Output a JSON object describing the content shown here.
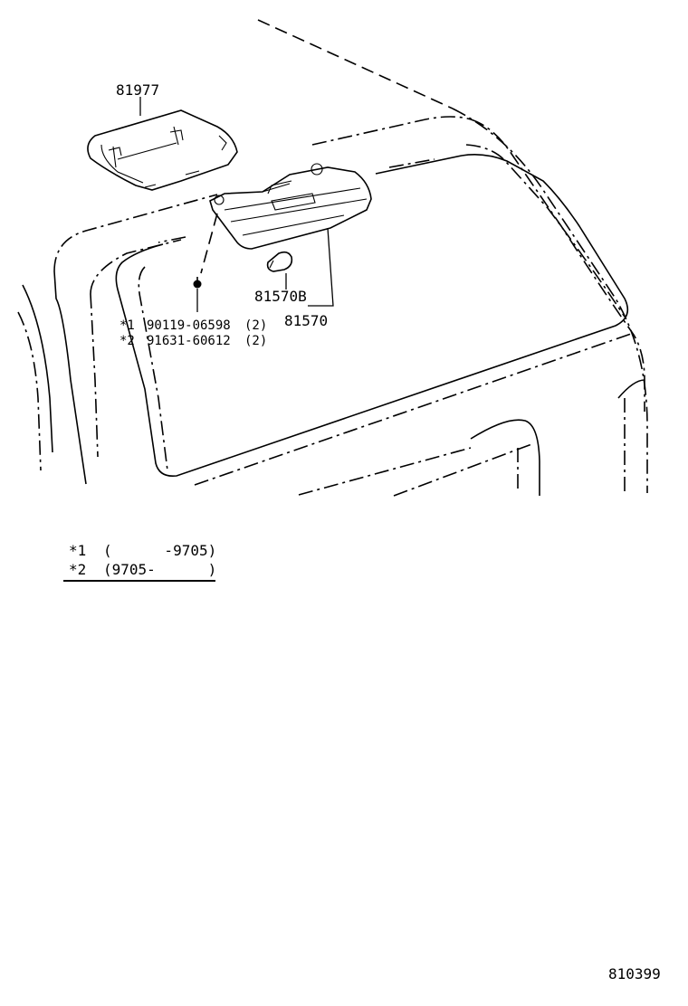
{
  "parts": {
    "cover": "81977",
    "lamp_assy": "81570",
    "bulb": "81570B"
  },
  "fasteners": [
    {
      "mark": "*1",
      "part_no": "90119-06598",
      "qty": "(2)"
    },
    {
      "mark": "*2",
      "part_no": "91631-60612",
      "qty": "(2)"
    }
  ],
  "footnotes": [
    {
      "mark": "*1",
      "range": "(      -9705)"
    },
    {
      "mark": "*2",
      "range": "(9705-      )"
    }
  ],
  "diagram_id": "810399"
}
